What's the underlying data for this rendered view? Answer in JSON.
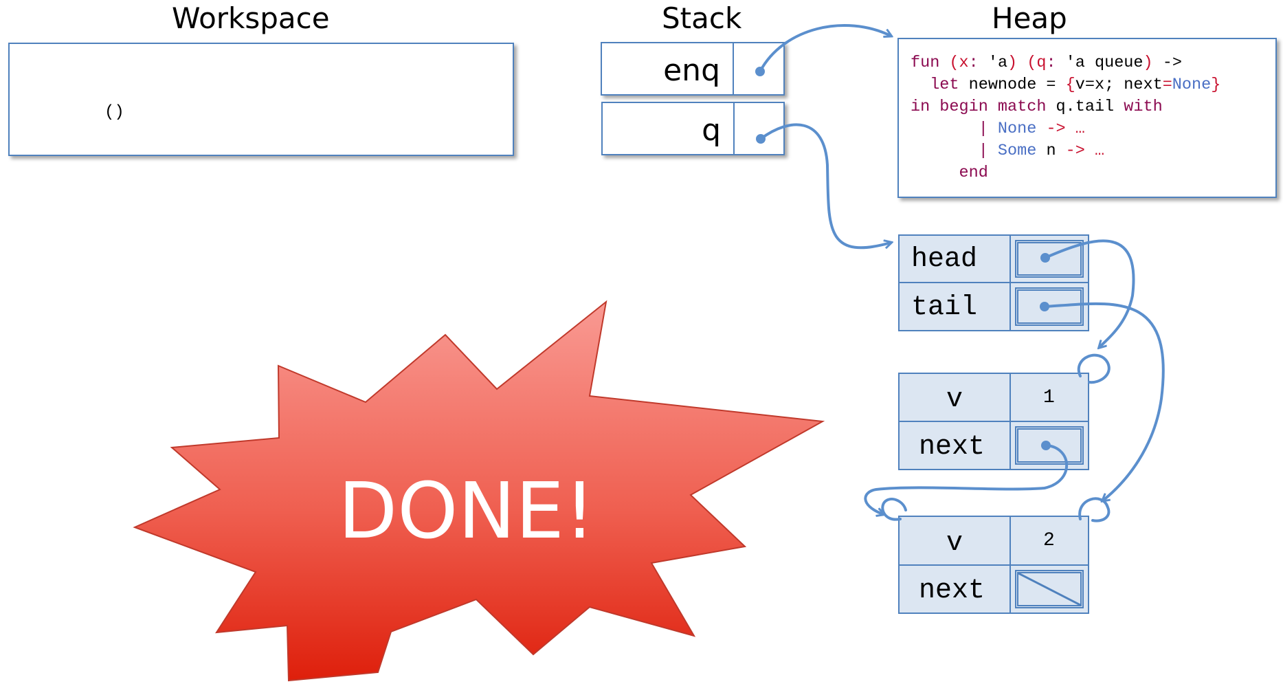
{
  "titles": {
    "workspace": "Workspace",
    "stack": "Stack",
    "heap": "Heap"
  },
  "workspace": {
    "content": "()"
  },
  "stack": {
    "entries": [
      {
        "name": "enq"
      },
      {
        "name": "q"
      }
    ]
  },
  "heap": {
    "function_code": {
      "line1": {
        "a": "fun",
        "b": " (x",
        "c": ":",
        "d": " 'a",
        "e": ")",
        "f": " (q",
        "g": ":",
        "h": " 'a queue",
        "i": ")",
        "j": " ->"
      },
      "line2": {
        "a": "  let",
        "b": " newnode = ",
        "c": "{",
        "d": "v=x; next",
        "e": "=",
        "f": "None",
        "g": "}"
      },
      "line3": {
        "a": "in begin match",
        "b": " q.tail ",
        "c": "with"
      },
      "line4": {
        "a": "       |",
        "b": " None",
        "c": " ->",
        "d": " …"
      },
      "line5": {
        "a": "       |",
        "b": " Some",
        "c": " n",
        "d": " ->",
        "e": " …"
      },
      "line6": {
        "a": "     end"
      }
    },
    "queue_record": {
      "field1": "head",
      "field2": "tail"
    },
    "node1": {
      "field1": "v",
      "value": "1",
      "field2": "next"
    },
    "node2": {
      "field1": "v",
      "value": "2",
      "field2": "next"
    }
  },
  "banner": {
    "text": "DONE!"
  },
  "colors": {
    "accent": "#4f81bd",
    "cell_fill": "#dce6f2",
    "arrow": "#5b8fcd",
    "burst_top": "#f7877f",
    "burst_bottom": "#e0220f"
  }
}
